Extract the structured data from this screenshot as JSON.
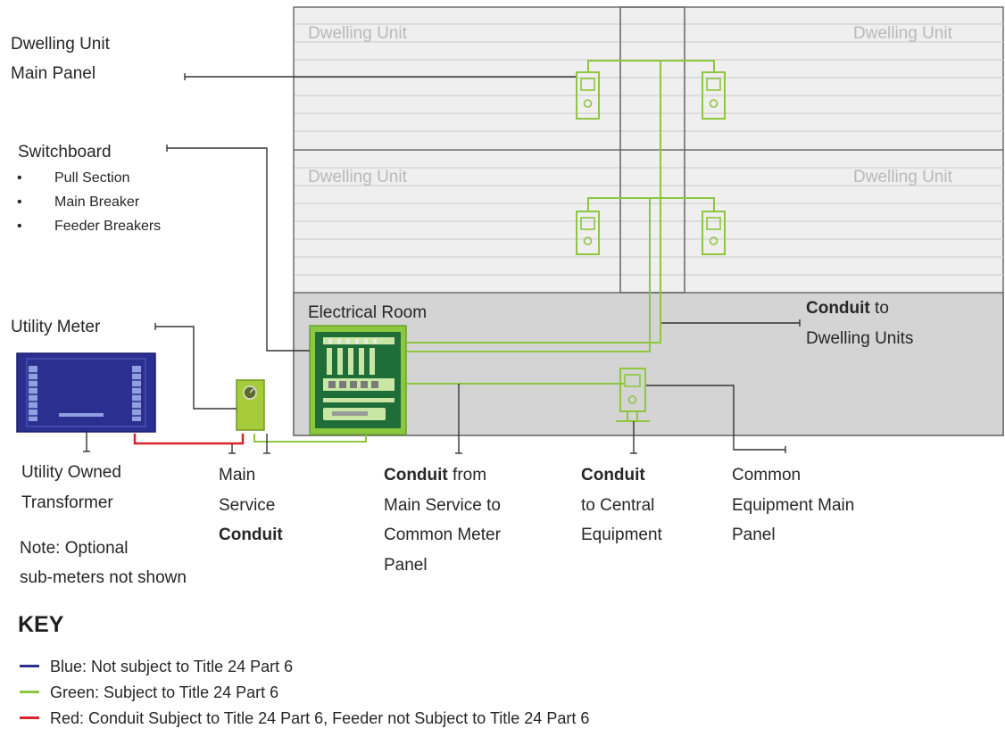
{
  "colors": {
    "blue": "#2b2f8f",
    "green": "#8dc63f",
    "red": "#d8242b",
    "building_fill": "#efefef",
    "electrical_room_fill": "#d4d4d4"
  },
  "dwelling_units": {
    "top_left": "Dwelling Unit",
    "top_right": "Dwelling Unit",
    "bottom_left": "Dwelling Unit",
    "bottom_right": "Dwelling Unit"
  },
  "labels": {
    "dwelling_main_panel": [
      "Dwelling Unit",
      "Main Panel"
    ],
    "switchboard": "Switchboard",
    "switchboard_items": [
      "Pull Section",
      "Main Breaker",
      "Feeder Breakers"
    ],
    "utility_meter": "Utility Meter",
    "electrical_room": "Electrical Room",
    "conduit_dwelling": {
      "bold": "Conduit",
      "rest1": " to",
      "line2": "Dwelling Units"
    },
    "transformer": [
      "Utility Owned",
      "Transformer"
    ],
    "main_service": {
      "line1": "Main",
      "line2": "Service",
      "bold": "Conduit"
    },
    "conduit_main_service": {
      "bold": "Conduit",
      "rest1": " from",
      "line2": "Main Service to",
      "line3": "Common Meter",
      "line4": "Panel"
    },
    "conduit_central": {
      "bold": "Conduit",
      "line2": "to Central",
      "line3": "Equipment"
    },
    "common_panel": [
      "Common",
      "Equipment Main",
      "Panel"
    ],
    "note": [
      "Note: Optional",
      "sub-meters not shown"
    ]
  },
  "key": {
    "title": "KEY",
    "items": [
      {
        "color": "#2b2f8f",
        "text": "Blue: Not subject to Title 24 Part 6"
      },
      {
        "color": "#8dc63f",
        "text": "Green: Subject to Title 24 Part 6"
      },
      {
        "color": "#d8242b",
        "text": "Red: Conduit Subject to Title 24 Part 6, Feeder not Subject to Title 24 Part 6"
      }
    ]
  }
}
